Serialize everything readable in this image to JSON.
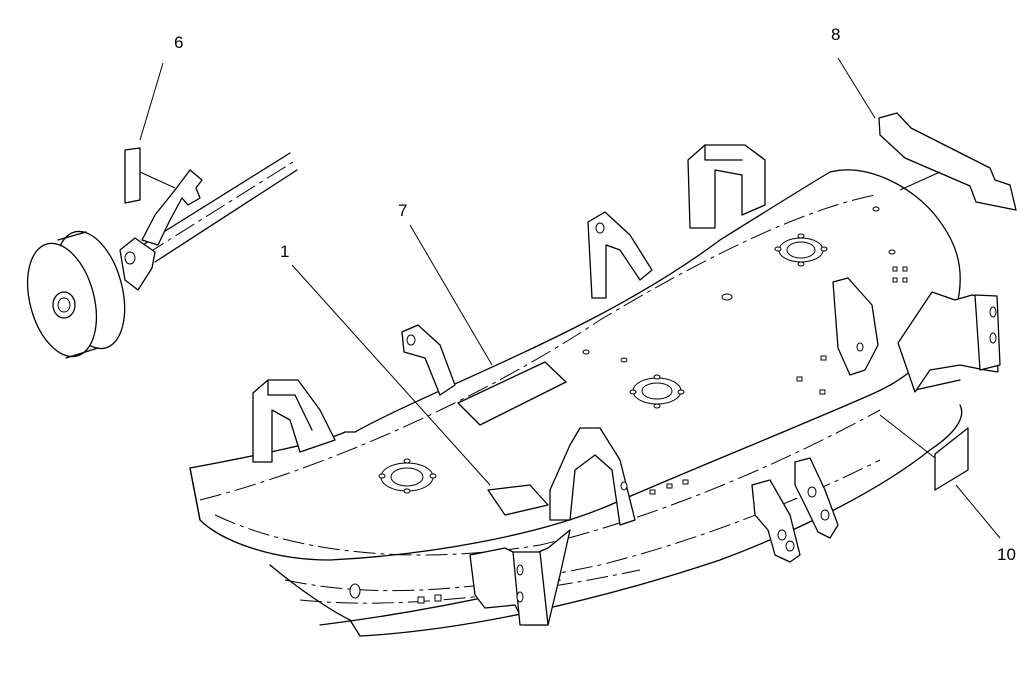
{
  "callouts": [
    {
      "label": "6"
    },
    {
      "label": "8"
    },
    {
      "label": "7"
    },
    {
      "label": "1"
    },
    {
      "label": "10"
    }
  ]
}
